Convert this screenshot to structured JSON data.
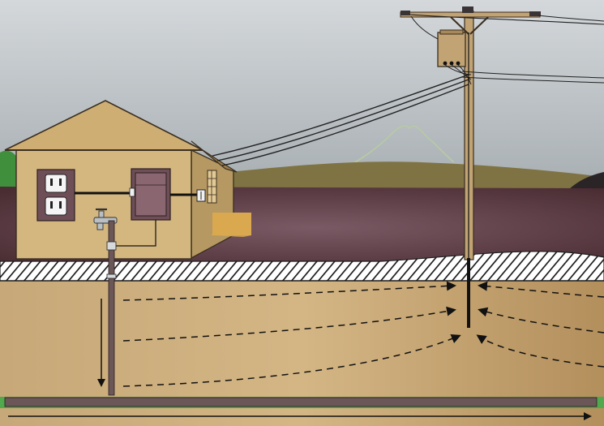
{
  "diagram": {
    "subject": "grounding-current-flow-illustration",
    "components": [
      {
        "id": "house",
        "icon": "house-icon"
      },
      {
        "id": "outlet",
        "icon": "outlet-icon"
      },
      {
        "id": "service-panel",
        "icon": "panel-icon"
      },
      {
        "id": "electric-meter",
        "icon": "meter-icon"
      },
      {
        "id": "water-faucet",
        "icon": "faucet-icon"
      },
      {
        "id": "utility-pole",
        "icon": "utility-pole-icon"
      },
      {
        "id": "pole-transformer",
        "icon": "transformer-icon"
      },
      {
        "id": "service-drop-wires",
        "icon": "wire-icon"
      },
      {
        "id": "ground-rod",
        "icon": "ground-rod-icon"
      },
      {
        "id": "water-pipe",
        "icon": "pipe-icon"
      },
      {
        "id": "earth-current-paths",
        "icon": "dashed-arrow-icon"
      }
    ],
    "colors": {
      "sky_top": "#cfd3d6",
      "sky_bottom": "#a9b0b4",
      "hill": "#7e7142",
      "field": "#5b3840",
      "house_wall": "#d3b47d",
      "house_roof": "#c9a76e",
      "soil": "#c4a471",
      "hatch_line": "#222222",
      "pole": "#c1a374",
      "pipe": "#6b5658",
      "ground_green": "#52a84d"
    }
  }
}
